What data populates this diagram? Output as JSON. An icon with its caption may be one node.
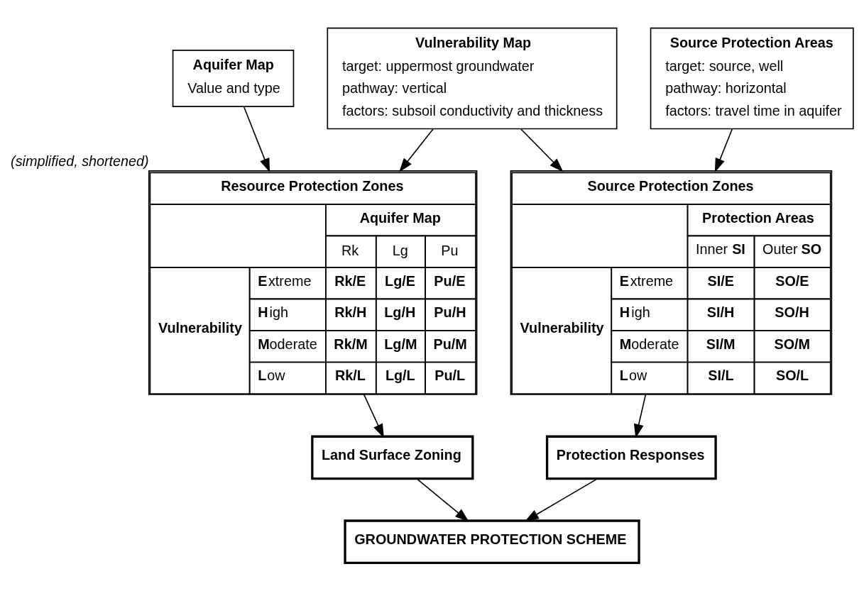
{
  "diagram": {
    "nodes": [
      {
        "text": [
          "Aquifer Map",
          "Value and type"
        ]
      },
      {
        "text": [
          "Vulnerability Map",
          "target: uppermost groundwater",
          "pathway: vertical",
          "factors: subsoil conductivity and thickness"
        ]
      },
      {
        "text": [
          "Source Protection Areas",
          "target: source, well",
          "pathway: horizontal",
          "factors: travel time in aquifer"
        ]
      },
      {
        "text": [
          "Resource Protection Zones",
          "Aquifer Map",
          "Rk",
          "Lg",
          "Pu",
          "Vulnerability",
          "**E**xtreme",
          "Rk/E",
          "Lg/E",
          "Pu/E",
          "**H**igh",
          "Rk/H",
          "Lg/H",
          "Pu/H",
          "**M**oderate",
          "Rk/M",
          "Lg/M",
          "Pu/M",
          "**L**ow",
          "Rk/L",
          "Lg/L",
          "Pu/L"
        ],
        "beside": [
          "(simplified, shortened)"
        ]
      },
      {
        "text": [
          "Source Protection Zones",
          "Protection Areas",
          "Inner **SI**",
          "Outer **SO**",
          "Vulnerability",
          "**E**xtreme",
          "SI/E",
          "SO/E",
          "**H**igh",
          "SI/H",
          "SO/H",
          "**M**oderate",
          "SI/M",
          "SO/M",
          "**L**ow",
          "SI/L",
          "SO/L"
        ]
      },
      {
        "text": [
          "Land Surface Zoning"
        ]
      },
      {
        "text": [
          "Protection Responses"
        ]
      },
      {
        "text": [
          "GROUNDWATER PROTECTION SCHEME"
        ]
      }
    ],
    "edges": [
      {
        "from": 0,
        "to": 3,
        "arrow": "to"
      },
      {
        "from": 1,
        "to": 3,
        "arrow": "to"
      },
      {
        "from": 1,
        "to": 4,
        "arrow": "to"
      },
      {
        "from": 2,
        "to": 4,
        "arrow": "to"
      },
      {
        "from": 3,
        "to": 5,
        "arrow": "to"
      },
      {
        "from": 4,
        "to": 6,
        "arrow": "to"
      },
      {
        "from": 5,
        "to": 7,
        "arrow": "to"
      },
      {
        "from": 6,
        "to": 7,
        "arrow": "to"
      }
    ]
  }
}
